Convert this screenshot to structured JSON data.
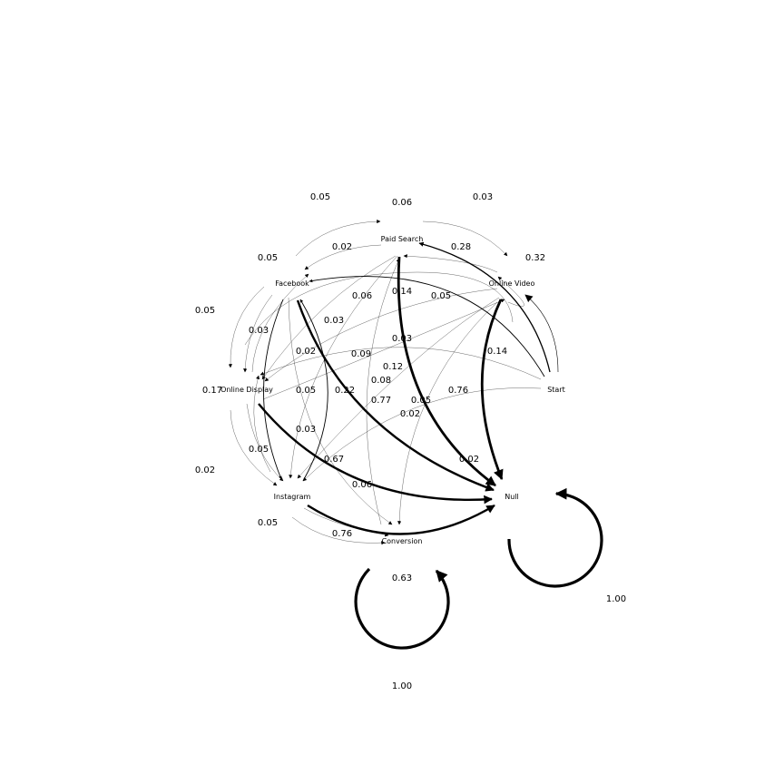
{
  "nodes": {
    "paid_search": "Paid Search",
    "online_video": "Online Video",
    "start": "Start",
    "null": "Null",
    "conversion": "Conversion",
    "instagram": "Instagram",
    "online_display": "Online Display",
    "facebook": "Facebook"
  },
  "edge_labels": [
    "0.05",
    "0.06",
    "0.03",
    "0.02",
    "0.28",
    "0.05",
    "0.32",
    "0.06",
    "0.14",
    "0.05",
    "0.05",
    "0.03",
    "0.03",
    "0.03",
    "0.02",
    "0.09",
    "0.14",
    "0.12",
    "0.17",
    "0.05",
    "0.22",
    "0.08",
    "0.76",
    "0.77",
    "0.05",
    "0.02",
    "0.03",
    "0.05",
    "0.02",
    "0.67",
    "0.02",
    "0.06",
    "0.05",
    "0.76",
    "0.63",
    "1.00",
    "1.00"
  ]
}
